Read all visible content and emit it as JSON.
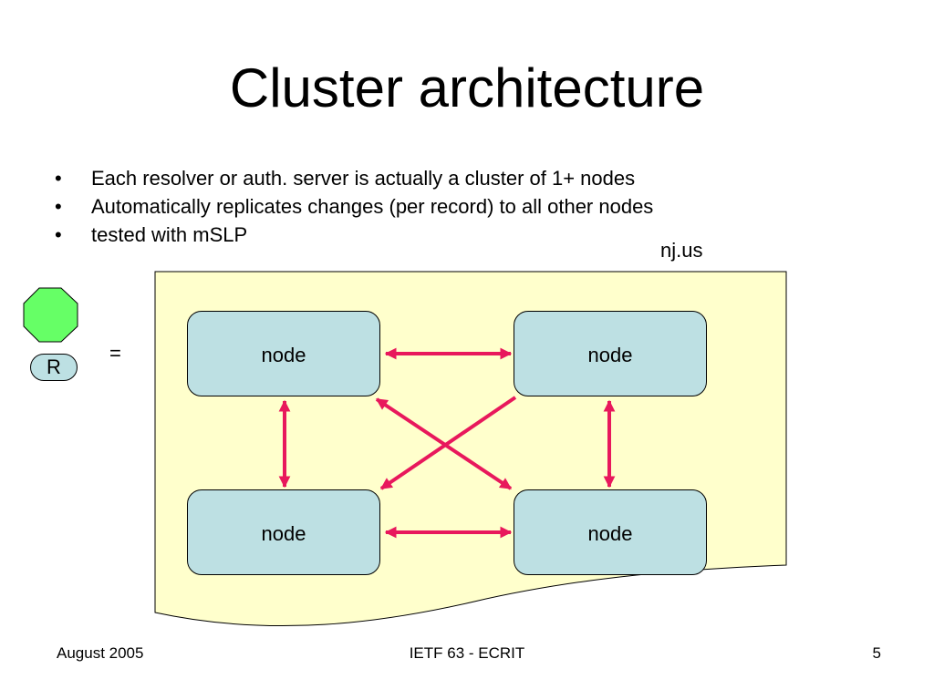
{
  "slide": {
    "title": "Cluster architecture",
    "bullets": [
      "Each resolver or auth. server  is actually a cluster of 1+ nodes",
      "Automatically replicates changes (per record) to all other nodes",
      "tested with mSLP"
    ],
    "bullet_marker": "•"
  },
  "diagram": {
    "domain_label": "nj.us",
    "resolver_label": "R",
    "equals_sign": "=",
    "nodes": [
      "node",
      "node",
      "node",
      "node"
    ],
    "colors": {
      "region_fill": "#ffffcc",
      "node_fill": "#bde0e3",
      "arrow": "#e8185c",
      "octagon_fill": "#66ff66"
    }
  },
  "footer": {
    "date": "August 2005",
    "event": "IETF 63 - ECRIT",
    "page_number": "5"
  }
}
